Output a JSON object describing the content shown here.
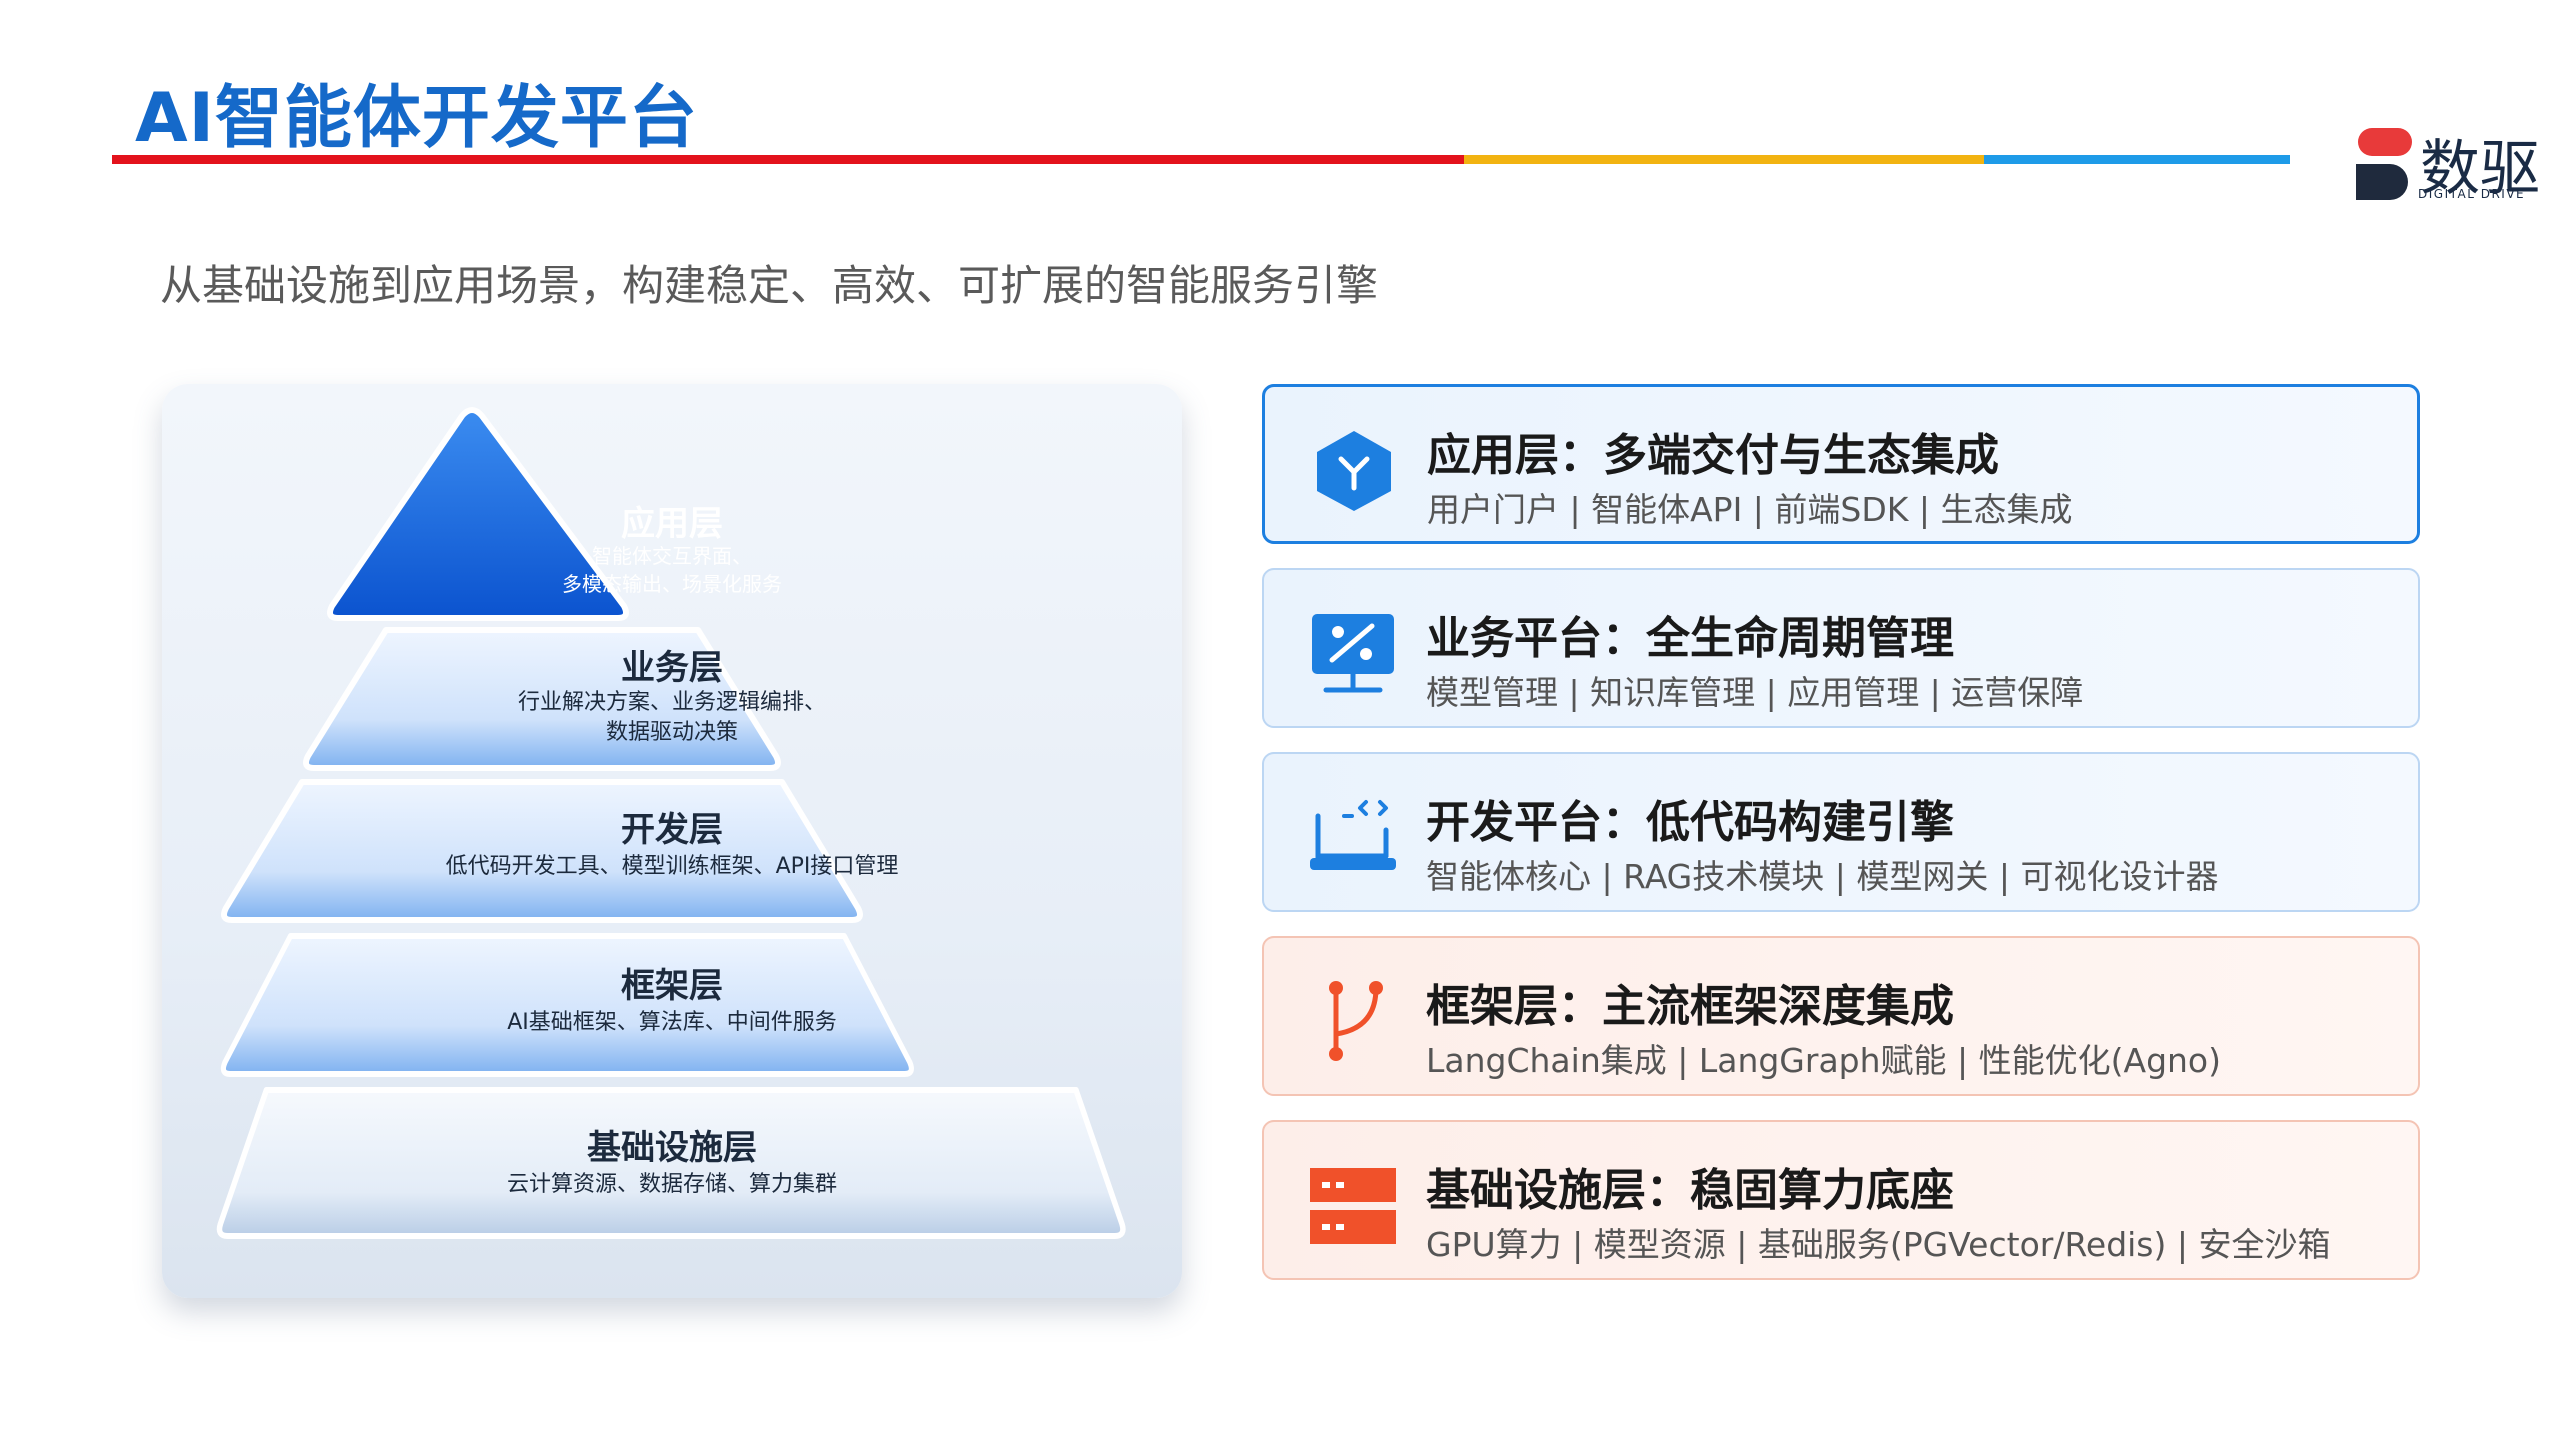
{
  "header": {
    "title": "AI智能体开发平台",
    "subtitle": "从基础设施到应用场景，构建稳定、高效、可扩展的智能服务引擎"
  },
  "logo": {
    "text": "数驱",
    "subtext": "DIGITAL DRIVE"
  },
  "pyramid": {
    "layers": [
      {
        "title": "应用层",
        "desc_line1": "智能体交互界面、",
        "desc_line2": "多模态输出、场景化服务"
      },
      {
        "title": "业务层",
        "desc_line1": "行业解决方案、业务逻辑编排、",
        "desc_line2": "数据驱动决策"
      },
      {
        "title": "开发层",
        "desc_line1": "低代码开发工具、模型训练框架、API接口管理"
      },
      {
        "title": "框架层",
        "desc_line1": "AI基础框架、算法库、中间件服务"
      },
      {
        "title": "基础设施层",
        "desc_line1": "云计算资源、数据存储、算力集群"
      }
    ]
  },
  "cards": [
    {
      "title": "应用层：多端交付与生态集成",
      "desc": "用户门户 | 智能体API | 前端SDK | 生态集成",
      "icon": "cube-icon",
      "tone": "blue"
    },
    {
      "title": "业务平台：全生命周期管理",
      "desc": "模型管理 | 知识库管理 | 应用管理 | 运营保障",
      "icon": "percent-monitor-icon",
      "tone": "blue"
    },
    {
      "title": "开发平台：低代码构建引擎",
      "desc": "智能体核心 | RAG技术模块 | 模型网关 | 可视化设计器",
      "icon": "code-laptop-icon",
      "tone": "blue"
    },
    {
      "title": "框架层：主流框架深度集成",
      "desc": "LangChain集成 | LangGraph赋能 | 性能优化(Agno)",
      "icon": "git-branch-icon",
      "tone": "orange"
    },
    {
      "title": "基础设施层：稳固算力底座",
      "desc": "GPU算力 | 模型资源 | 基础服务(PGVector/Redis) | 安全沙箱",
      "icon": "server-icon",
      "tone": "orange"
    }
  ],
  "colors": {
    "title_blue": "#1569c9",
    "rule_red": "#e3121c",
    "rule_yellow": "#f2b311",
    "rule_blue": "#1e9be8",
    "icon_blue": "#1d7fe0",
    "icon_orange": "#f0512a"
  }
}
